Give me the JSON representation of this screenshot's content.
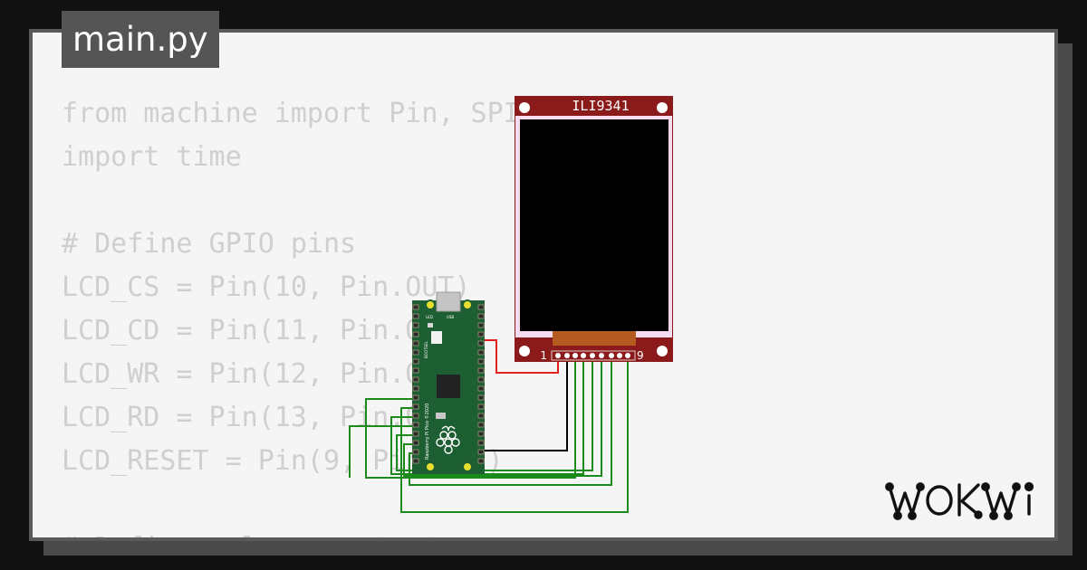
{
  "tab": {
    "filename": "main.py"
  },
  "code": {
    "lines": [
      "from machine import Pin, SPI",
      "import time",
      "",
      "# Define GPIO pins",
      "LCD_CS = Pin(10, Pin.OUT)",
      "LCD_CD = Pin(11, Pin.OUT)",
      "LCD_WR = Pin(12, Pin.OUT)",
      "LCD_RD = Pin(13, Pin.OUT)",
      "LCD_RESET = Pin(9, Pin.OUT)",
      "",
      "# Define color constants"
    ]
  },
  "display": {
    "label": "ILI9341",
    "pin_first": "1",
    "pin_last": "9"
  },
  "pico": {
    "board_label": "Raspberry Pi Pico ©2020",
    "led_label": "LED",
    "usb_label": "USB",
    "bootsel_label": "BOOTSEL"
  },
  "brand": {
    "logo_text": "WOKWI"
  },
  "colors": {
    "background": "#111111",
    "frame": "#5a5a5a",
    "canvas": "#f5f5f5",
    "code_text": "#cfcfcf",
    "pcb_red": "#8b1a1a",
    "pcb_green": "#1e5e33",
    "wire_red": "#e02020",
    "wire_black": "#000000",
    "wire_green": "#1a8a1a"
  }
}
